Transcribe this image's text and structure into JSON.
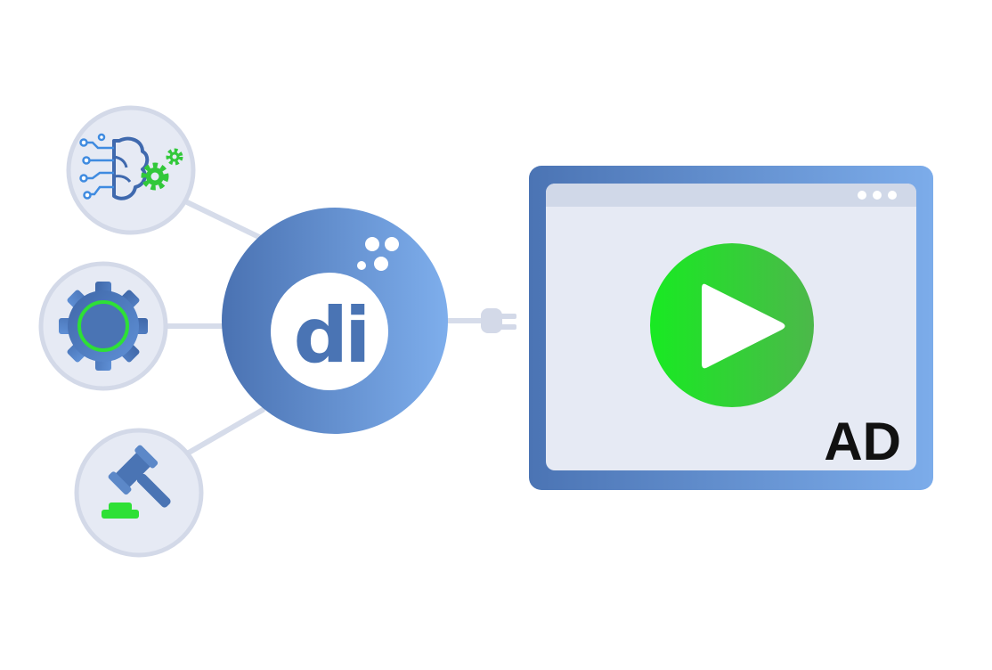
{
  "hub": {
    "logo_text": "di",
    "logo_label": "di logo"
  },
  "satellites": [
    {
      "name": "ai-brain",
      "icon": "brain-gear-icon"
    },
    {
      "name": "settings",
      "icon": "gear-icon"
    },
    {
      "name": "auction",
      "icon": "gavel-icon"
    }
  ],
  "ad_window": {
    "label": "AD",
    "play_icon": "play-icon",
    "menu_icon": "three-dots-icon"
  },
  "connector_icon": "plug-icon",
  "colors": {
    "blue_dark": "#4a74b4",
    "blue_light": "#7aaaea",
    "circle_fill": "#e6eaf4",
    "circle_border": "#d3d9e8",
    "green_bright": "#22e02a",
    "green_dark": "#48b848",
    "ad_text": "#111111"
  }
}
